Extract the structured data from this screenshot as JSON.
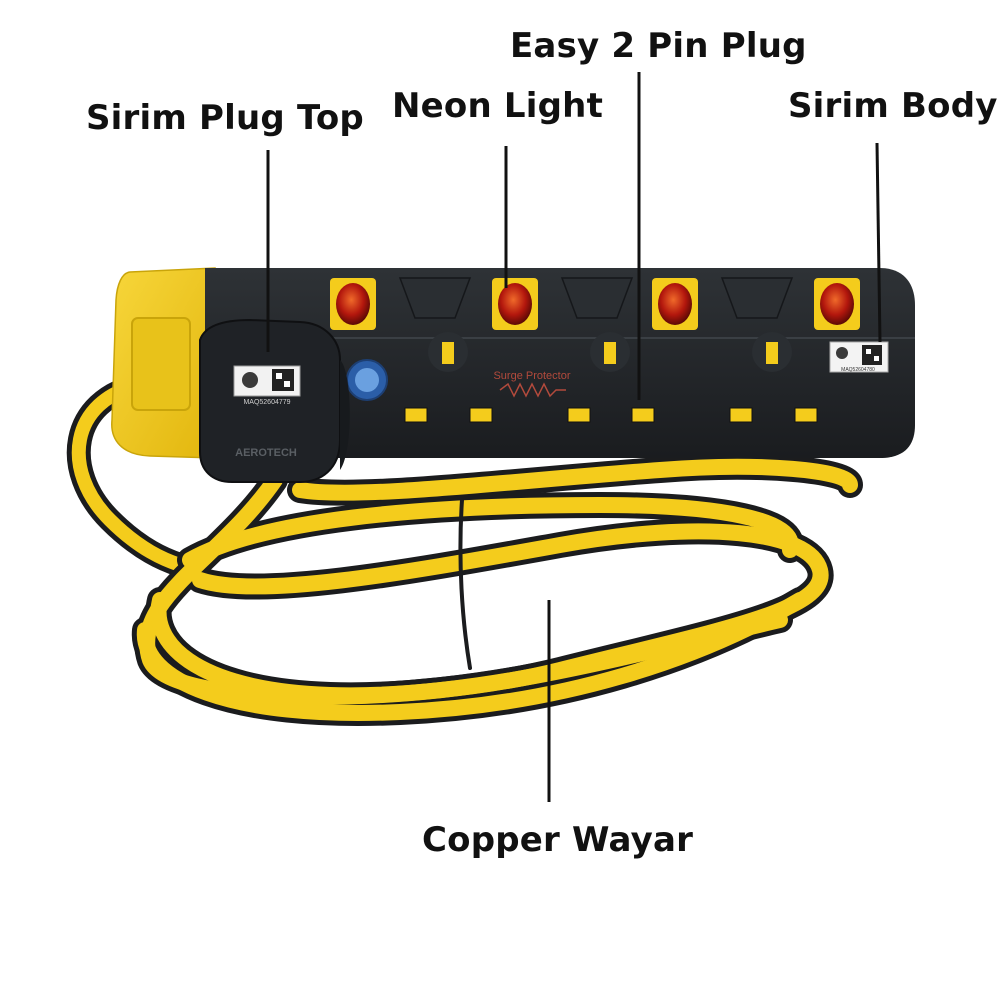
{
  "labels": {
    "sirim_plug_top": "Sirim Plug Top",
    "neon_light": "Neon Light",
    "easy_2_pin_plug": "Easy 2 Pin Plug",
    "sirim_body": "Sirim Body",
    "copper_wayar": "Copper Wayar"
  },
  "product": {
    "face_text": "Surge Protector",
    "plug_brand": "AEROTECH",
    "plug_serial": "MAQ52604779",
    "body_serial": "MAQ52604780"
  },
  "colors": {
    "yellow": "#f4cc1c",
    "body_black": "#232629",
    "neon_red": "#b3170d",
    "cable_black": "#1b1c1e",
    "leader_line": "#111111"
  }
}
